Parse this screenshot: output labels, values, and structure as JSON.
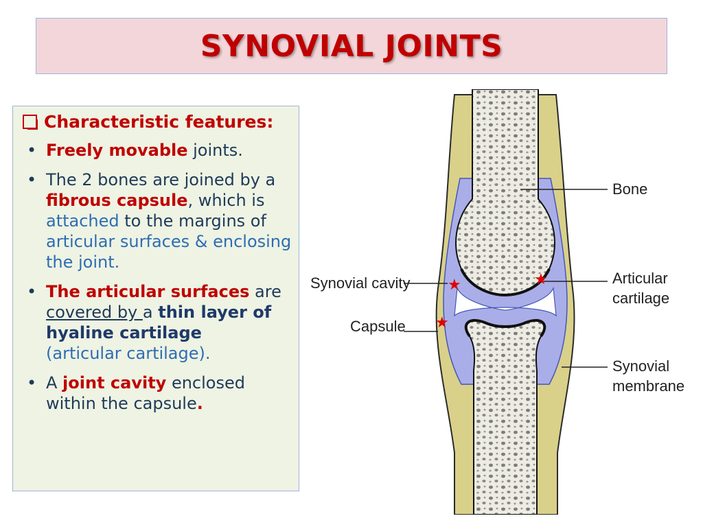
{
  "title": "SYNOVIAL JOINTS",
  "features": {
    "heading": "Characteristic features:",
    "bullet1": {
      "p1": "Freely movable",
      "p2": " joints."
    },
    "bullet2": {
      "p1": "The 2 bones are joined by a ",
      "p2": "fibrous capsule",
      "p3": ", which is ",
      "p4": "attached",
      "p5": " to the margins of ",
      "p6": "articular surfaces & enclosing the joint."
    },
    "bullet3": {
      "p1": "The articular surfaces",
      "p2": " are ",
      "p3": "covered by ",
      "p4": "a ",
      "p5": "thin layer of hyaline cartilage",
      "p6": "(articular cartilage)."
    },
    "bullet4": {
      "p1": "A ",
      "p2": "joint cavity",
      "p3": " enclosed within the capsule",
      "p4": "."
    }
  },
  "diagram": {
    "labels": {
      "bone": "Bone",
      "synovial_cavity": "Synovial cavity",
      "articular_cartilage_1": "Articular",
      "articular_cartilage_2": "cartilage",
      "capsule": "Capsule",
      "synovial_membrane_1": "Synovial",
      "synovial_membrane_2": "membrane"
    },
    "star": "★"
  },
  "colors": {
    "title_red": "#c00000",
    "title_bg": "#f3d6da",
    "panel_bg": "#eef3e3",
    "capsule_yellow": "#d9d08a",
    "membrane_blue": "#a9aee8"
  }
}
